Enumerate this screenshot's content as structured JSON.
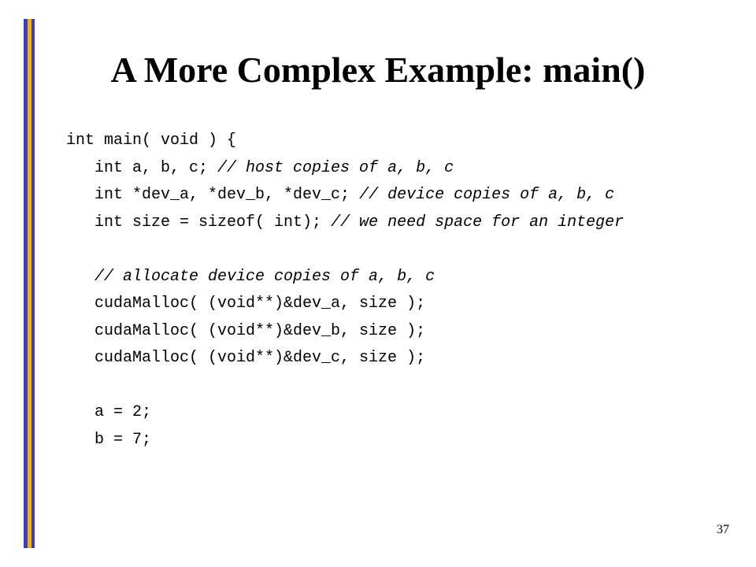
{
  "slide": {
    "title": "A More Complex Example: main()",
    "page_number": "37",
    "colors": {
      "bar_blue": "#3b3fbf",
      "bar_gold": "#f0b400",
      "text": "#000000"
    }
  },
  "code": {
    "l1": "int main( void ) {",
    "l2_code": "int a, b, c; ",
    "l2_comment": "// host copies of a, b, c",
    "l3_code": "int *dev_a, *dev_b, *dev_c; ",
    "l3_comment": "// device copies of a, b, c",
    "l4_code": "int size = sizeof( int); ",
    "l4_comment": "// we need space for an integer",
    "l6_comment": "// allocate device copies of a, b, c",
    "l7": "cudaMalloc( (void**)&dev_a, size );",
    "l8": "cudaMalloc( (void**)&dev_b, size );",
    "l9": "cudaMalloc( (void**)&dev_c, size );",
    "l11": "a = 2;",
    "l12": "b = 7;"
  }
}
